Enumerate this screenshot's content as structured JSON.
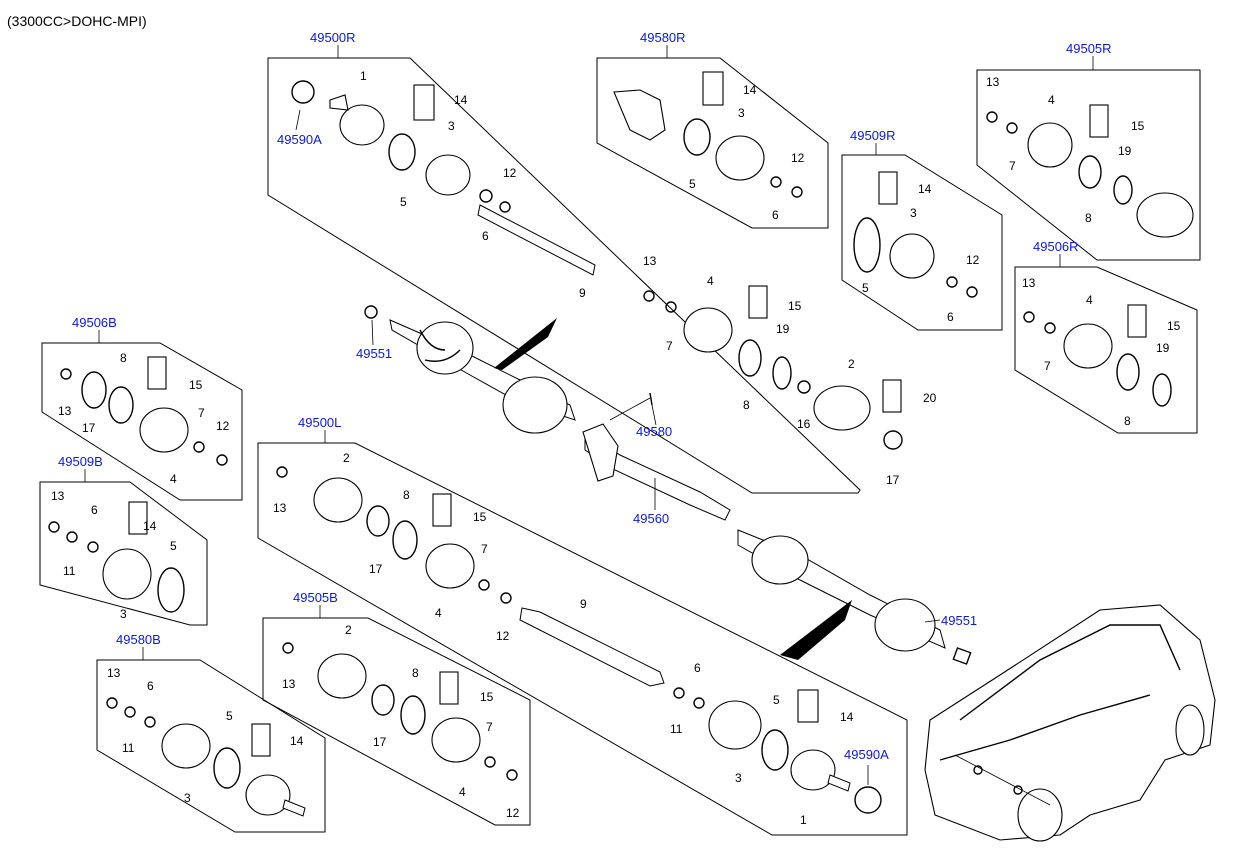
{
  "header": {
    "engine_label": "(3300CC>DOHC-MPI)"
  },
  "assemblies": [
    {
      "part_number": "49500R"
    },
    {
      "part_number": "49580R"
    },
    {
      "part_number": "49505R"
    },
    {
      "part_number": "49509R"
    },
    {
      "part_number": "49506R"
    },
    {
      "part_number": "49506B"
    },
    {
      "part_number": "49509B"
    },
    {
      "part_number": "49580B"
    },
    {
      "part_number": "49500L"
    },
    {
      "part_number": "49505B"
    }
  ],
  "loose_parts": [
    {
      "part_number": "49590A"
    },
    {
      "part_number": "49551"
    },
    {
      "part_number": "49580"
    },
    {
      "part_number": "49560"
    },
    {
      "part_number": "49551"
    },
    {
      "part_number": "49590A"
    }
  ],
  "refs": [
    "1",
    "14",
    "3",
    "5",
    "6",
    "12",
    "9",
    "14",
    "3",
    "5",
    "6",
    "12",
    "13",
    "4",
    "15",
    "7",
    "19",
    "8",
    "14",
    "3",
    "5",
    "6",
    "12",
    "13",
    "4",
    "15",
    "7",
    "19",
    "8",
    "13",
    "4",
    "15",
    "7",
    "19",
    "2",
    "20",
    "8",
    "16",
    "17",
    "8",
    "15",
    "13",
    "17",
    "7",
    "12",
    "4",
    "13",
    "6",
    "14",
    "11",
    "5",
    "3",
    "13",
    "6",
    "5",
    "14",
    "11",
    "3",
    "2",
    "13",
    "8",
    "15",
    "17",
    "7",
    "4",
    "12",
    "9",
    "2",
    "13",
    "8",
    "15",
    "17",
    "7",
    "4",
    "12",
    "6",
    "5",
    "14",
    "11",
    "3",
    "1"
  ],
  "colors": {
    "part_number": "#0a1ad8",
    "ink": "#000000",
    "background": "#ffffff"
  },
  "icons": [
    "vehicle-suv-illustration",
    "cv-joint",
    "boot",
    "clamp",
    "shaft",
    "grease-tube",
    "hub-nut",
    "bracket"
  ]
}
